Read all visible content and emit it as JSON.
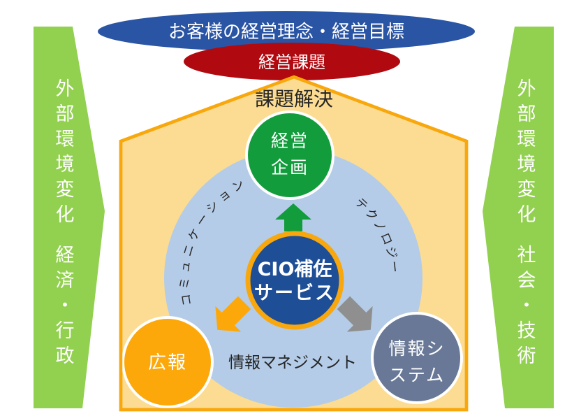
{
  "top_ellipse": {
    "label": "お客様の経営理念・経営目標"
  },
  "issue_ellipse": {
    "label": "経営課題"
  },
  "house": {
    "heading": "課題解決"
  },
  "center_circle": {
    "line1": "CIO補佐",
    "line2": "サービス"
  },
  "planning_circle": {
    "line1": "経営",
    "line2": "企画"
  },
  "pr_circle": {
    "label": "広報"
  },
  "it_circle": {
    "line1": "情報シ",
    "line2": "ステム"
  },
  "arc_labels": {
    "left": "コミュニケーション",
    "right": "テクノロジー",
    "bottom": "情報マネジメント"
  },
  "left_banner": {
    "line1": "外部環境変化",
    "line2": "経済・行政"
  },
  "right_banner": {
    "line1": "外部環境変化",
    "line2": "社会・技術"
  },
  "colors": {
    "goal_ellipse_blue": "#2A54A4",
    "issue_ellipse_red": "#B00A10",
    "house_fill": "#FBDC92",
    "house_border": "#F8A70C",
    "inner_circle_blue": "#B4CCE8",
    "center_circle_fill": "#1E4E96",
    "center_circle_ring": "#F8A70C",
    "planning_green": "#129C3C",
    "pr_orange": "#FCA80A",
    "it_gray_blue": "#687896",
    "gray_arrow": "#8F8F8F",
    "side_banner_green": "#92D050",
    "dark_text": "#262626",
    "white_text": "#FFFFFF"
  }
}
